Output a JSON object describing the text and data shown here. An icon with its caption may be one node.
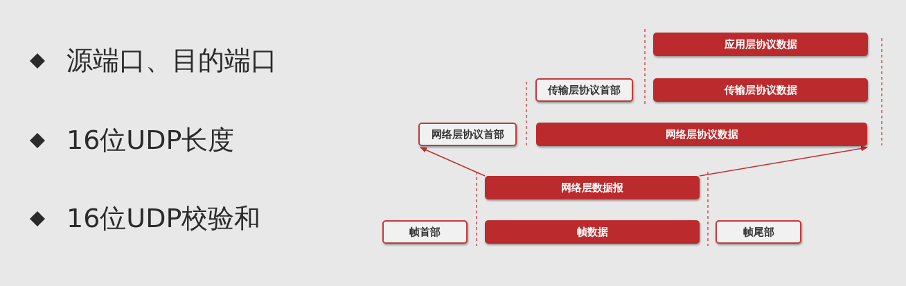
{
  "diagram": {
    "nodes": [
      {
        "text": [
          "应用层协议数据"
        ]
      },
      {
        "text": [
          "传输层协议首部"
        ]
      },
      {
        "text": [
          "传输层协议数据"
        ]
      },
      {
        "text": [
          "网络层协议首部"
        ]
      },
      {
        "text": [
          "网络层协议数据"
        ]
      },
      {
        "text": [
          "网络层数据报"
        ]
      },
      {
        "text": [
          "帧首部"
        ]
      },
      {
        "text": [
          "帧数据"
        ]
      },
      {
        "text": [
          "帧尾部"
        ]
      }
    ],
    "edges": [
      {
        "from": 5,
        "to": 3,
        "arrow": "to"
      },
      {
        "from": 5,
        "to": 4,
        "arrow": "to"
      }
    ],
    "labels": [
      "源端口、目的端口",
      "16位UDP长度",
      "16位UDP校验和"
    ]
  }
}
